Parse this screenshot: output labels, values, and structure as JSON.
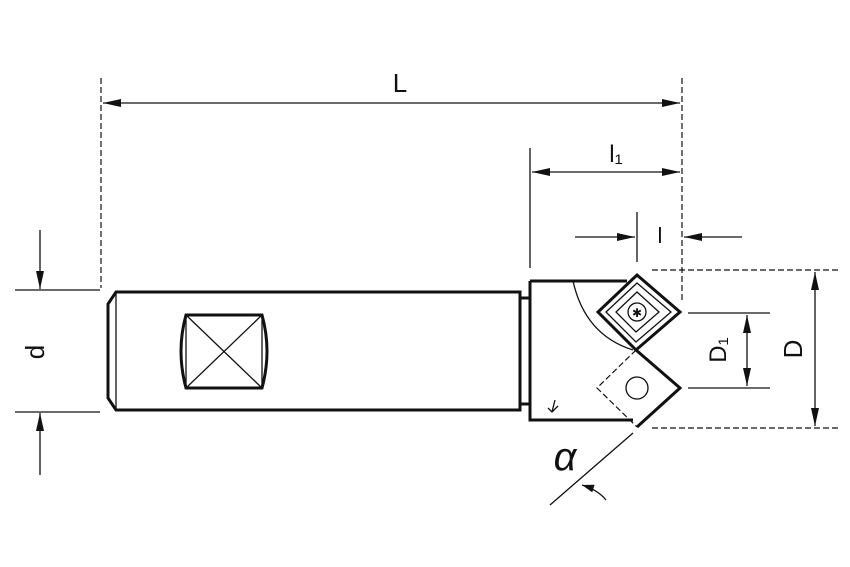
{
  "drawing": {
    "labels": {
      "overall_length": "L",
      "head_length": "l₁",
      "insert_offset": "l",
      "shank_diameter": "d",
      "inner_diameter": "D₁",
      "outer_diameter": "D",
      "angle": "α"
    },
    "colors": {
      "ink": "#111111",
      "background": "#ffffff"
    }
  }
}
